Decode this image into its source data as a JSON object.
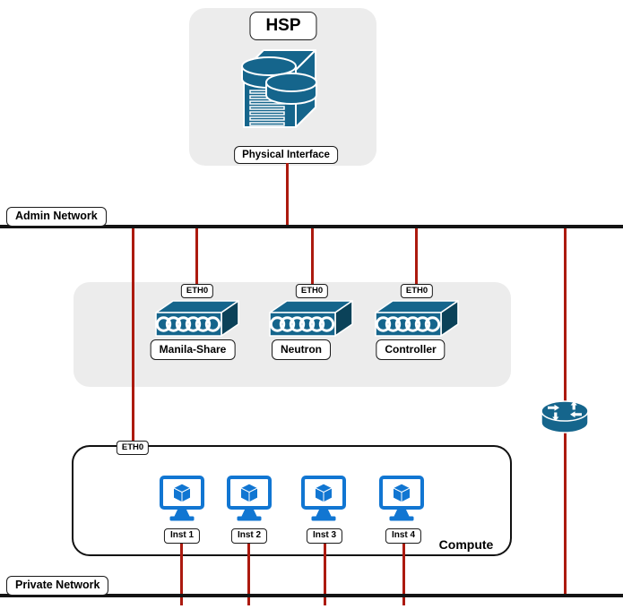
{
  "colors": {
    "node_teal": "#15658C",
    "node_blue": "#1176D2",
    "link_red": "#AC1A0F",
    "bus_black": "#141414",
    "panel_gray": "#ECECEC"
  },
  "hsp": {
    "title": "HSP",
    "interface": "Physical Interface"
  },
  "admin_network": {
    "label": "Admin Network"
  },
  "private_network": {
    "label": "Private Network"
  },
  "services": [
    {
      "port": "ETH0",
      "name": "Manila-Share"
    },
    {
      "port": "ETH0",
      "name": "Neutron"
    },
    {
      "port": "ETH0",
      "name": "Controller"
    }
  ],
  "compute": {
    "port": "ETH0",
    "name": "Compute",
    "instances": [
      {
        "label": "Inst 1"
      },
      {
        "label": "Inst 2"
      },
      {
        "label": "Inst 3"
      },
      {
        "label": "Inst 4"
      }
    ]
  }
}
